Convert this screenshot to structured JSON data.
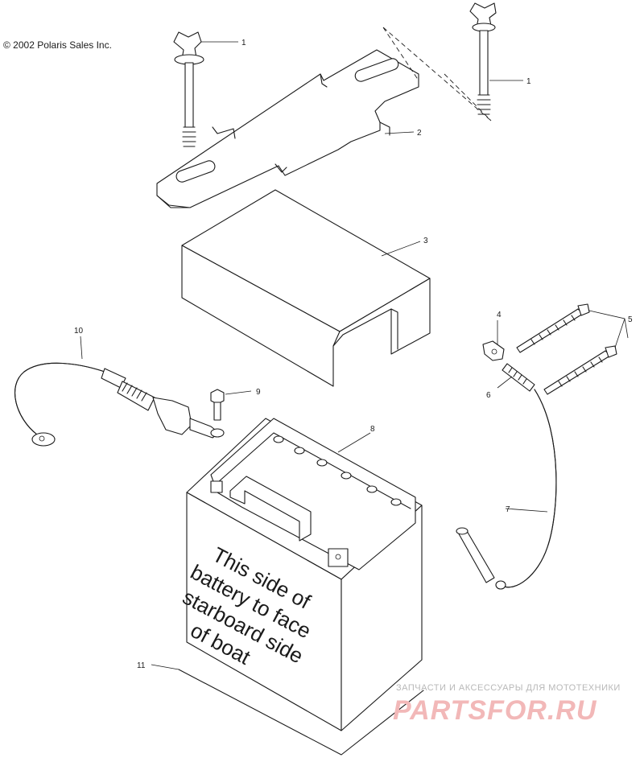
{
  "copyright": "© 2002 Polaris Sales Inc.",
  "callouts": {
    "c1a": "1",
    "c1b": "1",
    "c2": "2",
    "c3": "3",
    "c4": "4",
    "c5": "5",
    "c6": "6",
    "c7": "7",
    "c8": "8",
    "c9": "9",
    "c10": "10",
    "c11": "11"
  },
  "battery_label": {
    "line1": "This side of",
    "line2": "battery to face",
    "line3": "starboard side",
    "line4": "of boat"
  },
  "watermark": {
    "tagline": "ЗАПЧАСТИ И АКСЕССУАРЫ ДЛЯ МОТОТЕХНИКИ",
    "brand": "PARTSFOR.RU"
  }
}
